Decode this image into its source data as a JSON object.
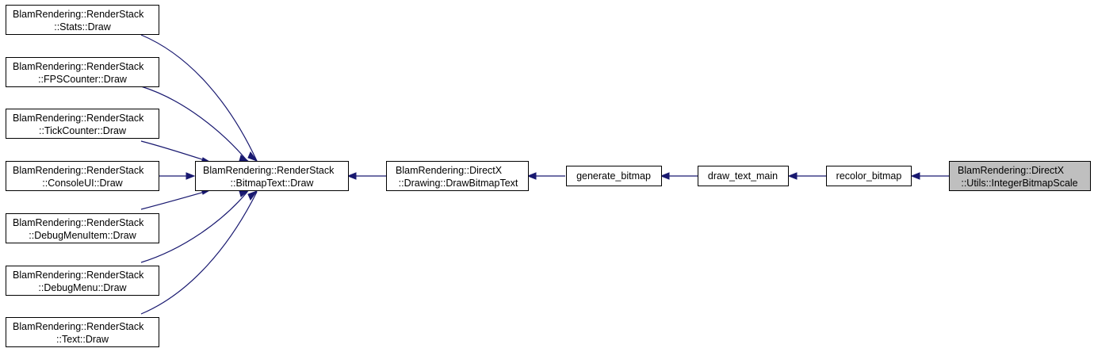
{
  "colors": {
    "edge": "#191970",
    "node_border": "#000000",
    "target_fill": "#bfbfbf",
    "node_fill": "#ffffff"
  },
  "nodes": {
    "stats_draw": {
      "line1": "BlamRendering::RenderStack",
      "line2": "::Stats::Draw"
    },
    "fps_draw": {
      "line1": "BlamRendering::RenderStack",
      "line2": "::FPSCounter::Draw"
    },
    "tick_draw": {
      "line1": "BlamRendering::RenderStack",
      "line2": "::TickCounter::Draw"
    },
    "console_draw": {
      "line1": "BlamRendering::RenderStack",
      "line2": "::ConsoleUI::Draw"
    },
    "debugitem_draw": {
      "line1": "BlamRendering::RenderStack",
      "line2": "::DebugMenuItem::Draw"
    },
    "debugmenu_draw": {
      "line1": "BlamRendering::RenderStack",
      "line2": "::DebugMenu::Draw"
    },
    "text_draw": {
      "line1": "BlamRendering::RenderStack",
      "line2": "::Text::Draw"
    },
    "bitmaptext_draw": {
      "line1": "BlamRendering::RenderStack",
      "line2": "::BitmapText::Draw"
    },
    "draw_bitmap_text": {
      "line1": "BlamRendering::DirectX",
      "line2": "::Drawing::DrawBitmapText"
    },
    "generate_bitmap": {
      "label": "generate_bitmap"
    },
    "draw_text_main": {
      "label": "draw_text_main"
    },
    "recolor_bitmap": {
      "label": "recolor_bitmap"
    },
    "integer_bitmap_scale": {
      "line1": "BlamRendering::DirectX",
      "line2": "::Utils::IntegerBitmapScale"
    }
  }
}
